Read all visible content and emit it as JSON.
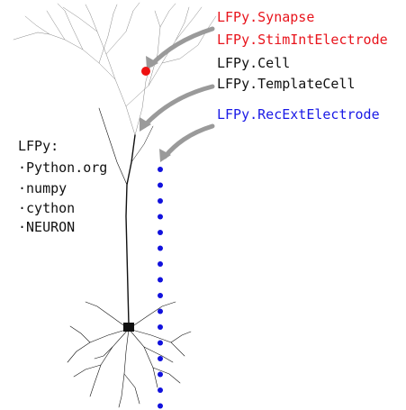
{
  "colors": {
    "synapse_label": "#e8141c",
    "electrode_label": "#1a1ae6",
    "cell_label": "#111111",
    "stim_marker": "#ee1111",
    "electrode_dots": "#1111dd",
    "arrows": "#9a9a9a",
    "morphology": "#111111"
  },
  "labels": {
    "synapse": "LFPy.Synapse",
    "stim_electrode": "LFPy.StimIntElectrode",
    "cell": "LFPy.Cell",
    "template_cell": "LFPy.TemplateCell",
    "rec_ext_electrode": "LFPy.RecExtElectrode"
  },
  "dependencies": {
    "title": "LFPy:",
    "items": [
      "·Python.org",
      "·numpy",
      "·cython",
      "·NEURON"
    ]
  },
  "electrode": {
    "contact_count": 16
  }
}
